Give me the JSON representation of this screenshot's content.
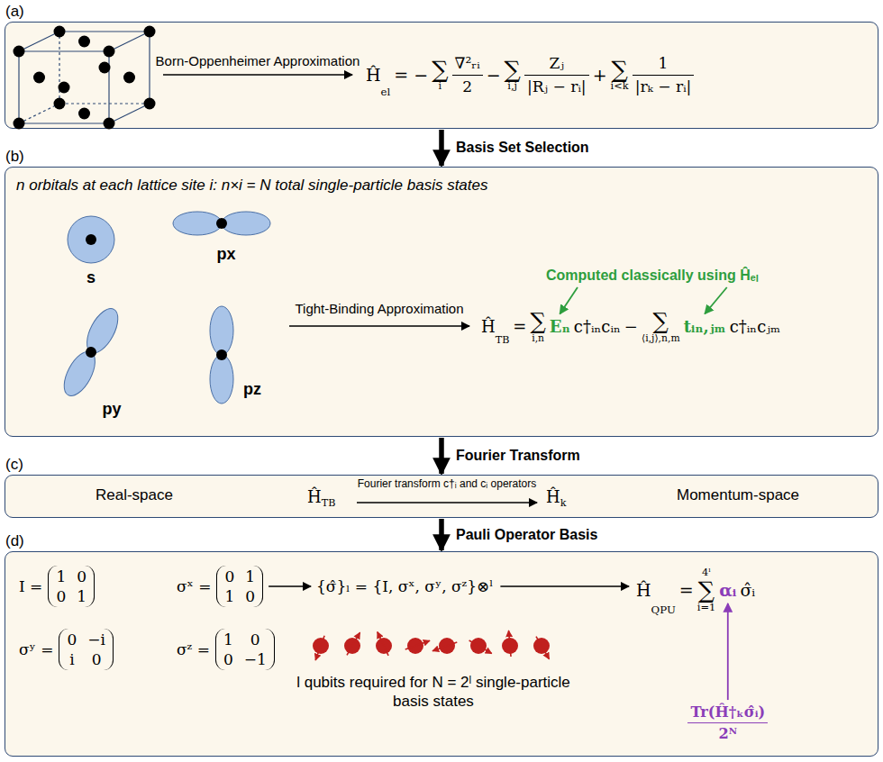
{
  "diagram": {
    "nodes": [
      {
        "text": [
          "(a)"
        ]
      },
      {
        "text": [
          "(b)"
        ]
      },
      {
        "text": [
          "(c)"
        ]
      },
      {
        "text": [
          "(d)"
        ]
      }
    ],
    "edges": [
      {
        "from": 0,
        "to": 1,
        "arrow": "to",
        "label": "Basis Set Selection"
      },
      {
        "from": 1,
        "to": 2,
        "arrow": "to",
        "label": "Fourier Transform"
      },
      {
        "from": 2,
        "to": 3,
        "arrow": "to",
        "label": "Pauli Operator Basis"
      }
    ],
    "labels": [
      "Born-Oppenheimer Approximation",
      "Ĥ",
      "el",
      "= −",
      "∑",
      "i",
      "∇²ᵣᵢ",
      "2",
      "−",
      "∑",
      "i,j",
      "Zⱼ",
      "|Rⱼ − rᵢ|",
      "+",
      "∑",
      "i<k",
      "1",
      "|rₖ − rᵢ|",
      "n orbitals at each lattice site i: n×i = N total single-particle basis states",
      "s",
      "px",
      "py",
      "pz",
      "Tight-Binding Approximation",
      "Computed classically using Ĥₑₗ",
      "Ĥ",
      "TB",
      "=",
      "∑",
      "i,n",
      "Eₙ",
      "c†ᵢₙcᵢₙ",
      "−",
      "∑",
      "⟨i,j⟩,n,m",
      "tᵢₙ,ⱼₘ",
      "c†ᵢₙcⱼₘ",
      "Real-space",
      "Ĥ",
      "TB",
      "Fourier transform c†ᵢ and cᵢ operators",
      "Ĥ",
      "k",
      "Momentum-space",
      "I =",
      "1",
      "0",
      "0",
      "1",
      "σˣ =",
      "0",
      "1",
      "1",
      "0",
      "σʸ =",
      "0",
      "−i",
      "i",
      "0",
      "σᶻ =",
      "1",
      "0",
      "0",
      "−1",
      "{σ̂}ₗ = {I, σˣ, σʸ, σᶻ}⊗ˡ",
      "Ĥ",
      "QPU",
      "=",
      "4ˡ",
      "∑",
      "i=1",
      "αᵢ",
      "σ̂ᵢ",
      "l qubits required for N = 2ˡ single-particle basis states",
      "Tr(Ĥ†ₖσ̂ᵢ)",
      "2ᴺ"
    ]
  }
}
